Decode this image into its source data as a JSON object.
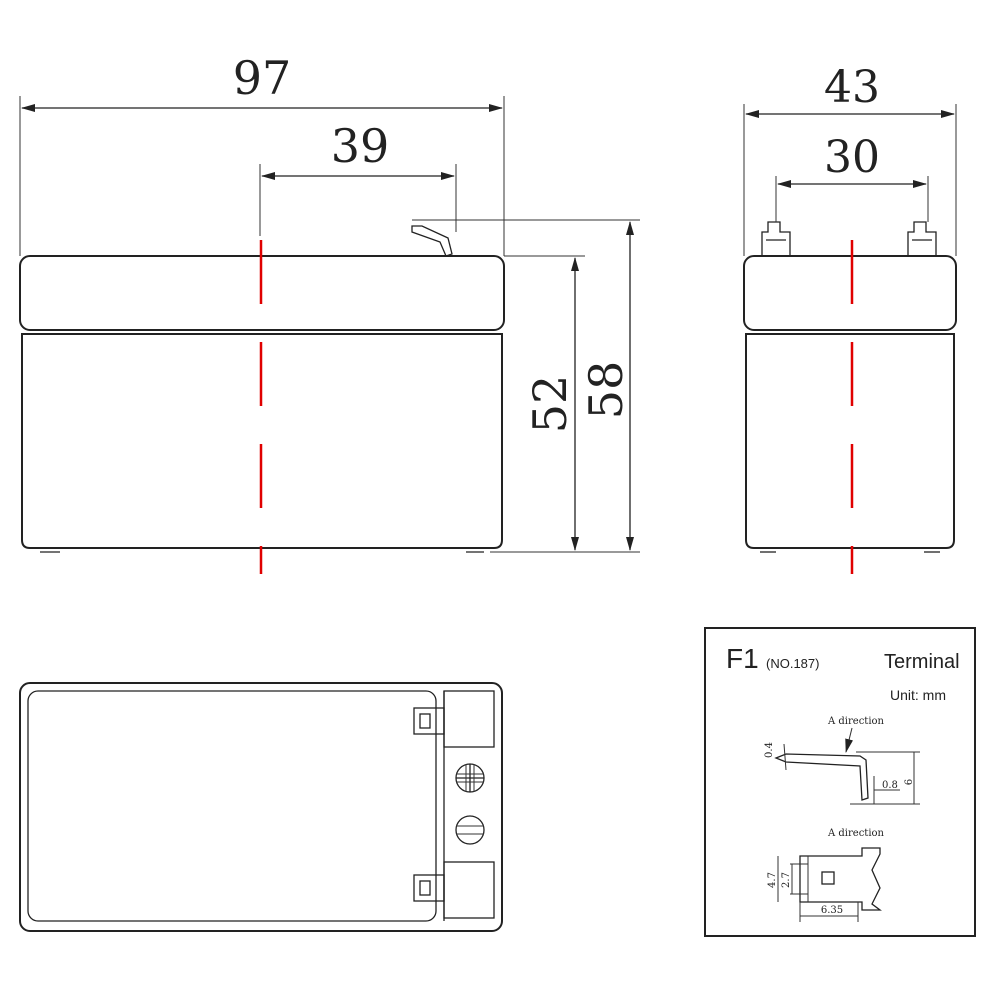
{
  "dimensions": {
    "front_length": "97",
    "front_terminal_offset": "39",
    "front_height_case": "52",
    "front_height_total": "58",
    "side_width": "43",
    "side_terminal_spacing": "30"
  },
  "terminal_box": {
    "code": "F1",
    "number": "(NO.187)",
    "title": "Terminal",
    "unit": "Unit: mm",
    "direction_label_1": "A direction",
    "direction_label_2": "A direction",
    "thickness": "0.4",
    "thickness_2": "0.8",
    "height_6": "6",
    "width_4_7": "4.7",
    "width_2_7": "2.7",
    "length_6_35": "6.35"
  },
  "colors": {
    "line": "#222222",
    "centerline": "#e00000",
    "background": "#ffffff"
  }
}
